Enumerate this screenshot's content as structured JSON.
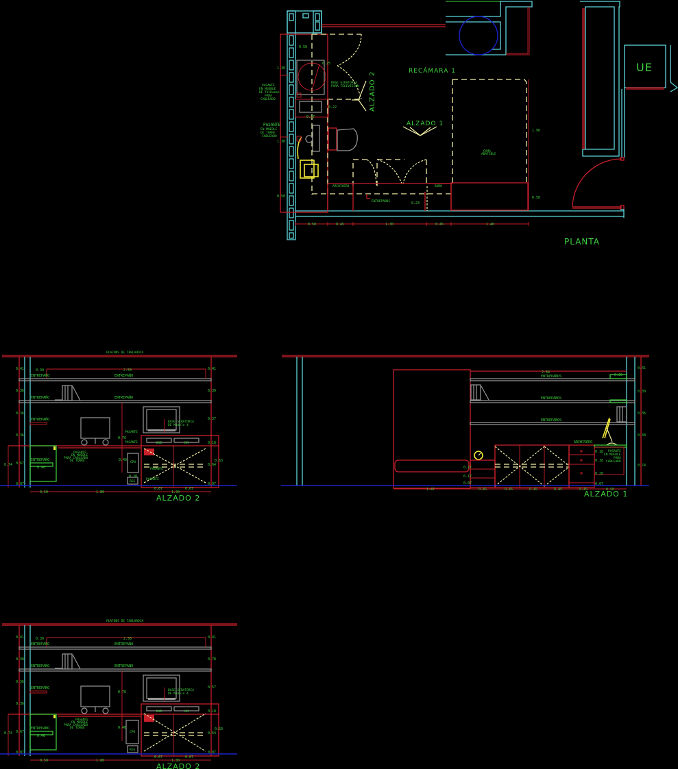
{
  "planta": {
    "title": "PLANTA",
    "room_label": "RECÁMARA 1",
    "ue_label": "UE",
    "alzado1_marker": "ALZADO 1",
    "alzado2_marker": "ALZADO 2",
    "bed_label_1": "CAMA",
    "bed_label_2": "ABATIBLE",
    "left_notes": {
      "pasante_tv_1": "PASANTE",
      "pasante_tv_2": "EN MUEBLE",
      "pasante_tv_3": "DE TV/Demas",
      "pasante_tv_4": "PARA",
      "pasante_tv_5": "CABLEADO",
      "pasante_pc_1": "PASANTE",
      "pasante_pc_2": "EN MUEBLE",
      "pasante_pc_3": "DE TORRE",
      "pasante_pc_4": "CABLEADO"
    },
    "base_giratoria_1": "BASE GIRATORIA",
    "base_giratoria_2": "PARA TELEVISION",
    "labels": {
      "archivero": "ARCHIVERO",
      "buro": "BURO",
      "entrepanos": "ENTREPAÑOS"
    },
    "dims": {
      "d_0_50_top": "0.50",
      "d_1_30_left": "1.30",
      "d_1_30_left2": "1.30",
      "d_0_50_left": "0.50",
      "d_0_37": "0.37",
      "d_0_22": "0.22",
      "d_0_25": "0.25",
      "d_0_23": "0.23",
      "d_1_90": "1.90",
      "d_0_50_right": "0.50",
      "bottom": [
        "0.50",
        "0.45",
        "1.30",
        "0.45",
        "1.40"
      ]
    }
  },
  "alzado2_a": {
    "title": "ALZADO 2",
    "ceiling_label": "PLAFONS DE TABLAROCA",
    "entrepano": "ENTREPAÑO",
    "left_dims": [
      "0.41",
      "0.36",
      "0.36",
      "0.36",
      "0.07"
    ],
    "right_dims": [
      "0.41",
      "0.39",
      "0.37",
      "0.18",
      "0.64",
      "0.07"
    ],
    "top_dims": {
      "short": "0.30",
      "long": "2.50"
    },
    "mid_dim": "0.76",
    "cpu_dim": "0.40",
    "cpu_dim2": "0.20",
    "height_074": "0.74",
    "height_067": "0.67",
    "drawer_dim": "0.40",
    "height_063": "0.63",
    "bottom_dims": [
      "0.50",
      "1.80",
      "0.67",
      "1.30",
      "0.67"
    ],
    "notes": {
      "base_1": "BASE GIRATORIA",
      "base_2": "DE Modelo 4",
      "pasante": "PASANTE",
      "pasante_pc_1": "PASANTE",
      "pasante_pc_2": "EN MUEBLE",
      "pasante_pc_3": "PARA CABLEADO",
      "pasante_pc_4": "DE TORRE",
      "dvd": "DVD",
      "sky": "SKY",
      "cpu": "CPU",
      "reg": "REG",
      "hh": "H H"
    }
  },
  "alzado1": {
    "title": "ALZADO 1",
    "entrepanos": "ENTREPAÑOS",
    "archivero": "ARCHIVERO",
    "top_dim": "2.84",
    "short_dim": "0.30",
    "right_dims": [
      "0.41",
      "0.39",
      "0.36",
      "0.38",
      "0.74"
    ],
    "drawer_dims": [
      "0.18",
      "0.18",
      "0.28",
      "0.07"
    ],
    "buro_dims": [
      "0.17",
      "0.17",
      "0.07"
    ],
    "bottom_dims": [
      "1.47",
      "0.45",
      "0.45",
      "0.45",
      "0.45",
      "0.45",
      "0.50"
    ],
    "pasante_1": "PASANTE",
    "pasante_2": "EN MUEBLE",
    "pasante_3": "PARA",
    "pasante_4": "CABLEADO"
  },
  "alzado2_b": {
    "title": "ALZADO 2",
    "ceiling_label": "PLAFONS DE TABLAROCA",
    "entrepano": "ENTREPAÑO",
    "left_dims": [
      "0.41",
      "0.38",
      "0.36",
      "0.36",
      "0.07"
    ],
    "right_dims": [
      "0.41",
      "0.78",
      "0.57",
      "0.18",
      "0.64",
      "0.07"
    ],
    "top_dims": {
      "short": "0.30",
      "long": "2.50"
    },
    "mid_dim": "0.76",
    "cpu_dim": "0.40",
    "height_074": "0.74",
    "height_067": "0.67",
    "drawer_dim": "0.40",
    "height_063": "0.63",
    "bottom_dims": [
      "0.50",
      "1.80",
      "0.67",
      "1.30",
      "0.67"
    ],
    "notes": {
      "base_1": "BASE GIRATORIA",
      "base_2": "DE Modelo 4",
      "pasante_pc_1": "PASANTE",
      "pasante_pc_2": "EN MUEBLE",
      "pasante_pc_3": "PARA CABLEADO",
      "pasante_pc_4": "DE TORRE",
      "dvd": "DVD",
      "sky": "SKY",
      "cpu": "CPU",
      "reg": "REG",
      "hh": "H H"
    }
  }
}
